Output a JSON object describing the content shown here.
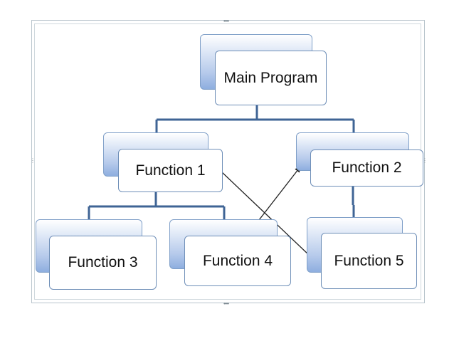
{
  "diagram": {
    "nodes": {
      "main": "Main Program",
      "f1": "Function 1",
      "f2": "Function 2",
      "f3": "Function 3",
      "f4": "Function 4",
      "f5": "Function 5"
    },
    "colors": {
      "connector": "#3f6495",
      "arrow": "#222222",
      "node_border": "#6f8fb8",
      "shadow_fill": "#8eaedf"
    },
    "edges": [
      {
        "from": "main",
        "to": "f1",
        "style": "tree"
      },
      {
        "from": "main",
        "to": "f2",
        "style": "tree"
      },
      {
        "from": "f1",
        "to": "f3",
        "style": "tree"
      },
      {
        "from": "f1",
        "to": "f4",
        "style": "tree"
      },
      {
        "from": "f2",
        "to": "f5",
        "style": "tree"
      },
      {
        "from": "f1",
        "to": "f5",
        "style": "arrow"
      },
      {
        "from": "f4",
        "to": "f2",
        "style": "arrow"
      }
    ]
  }
}
